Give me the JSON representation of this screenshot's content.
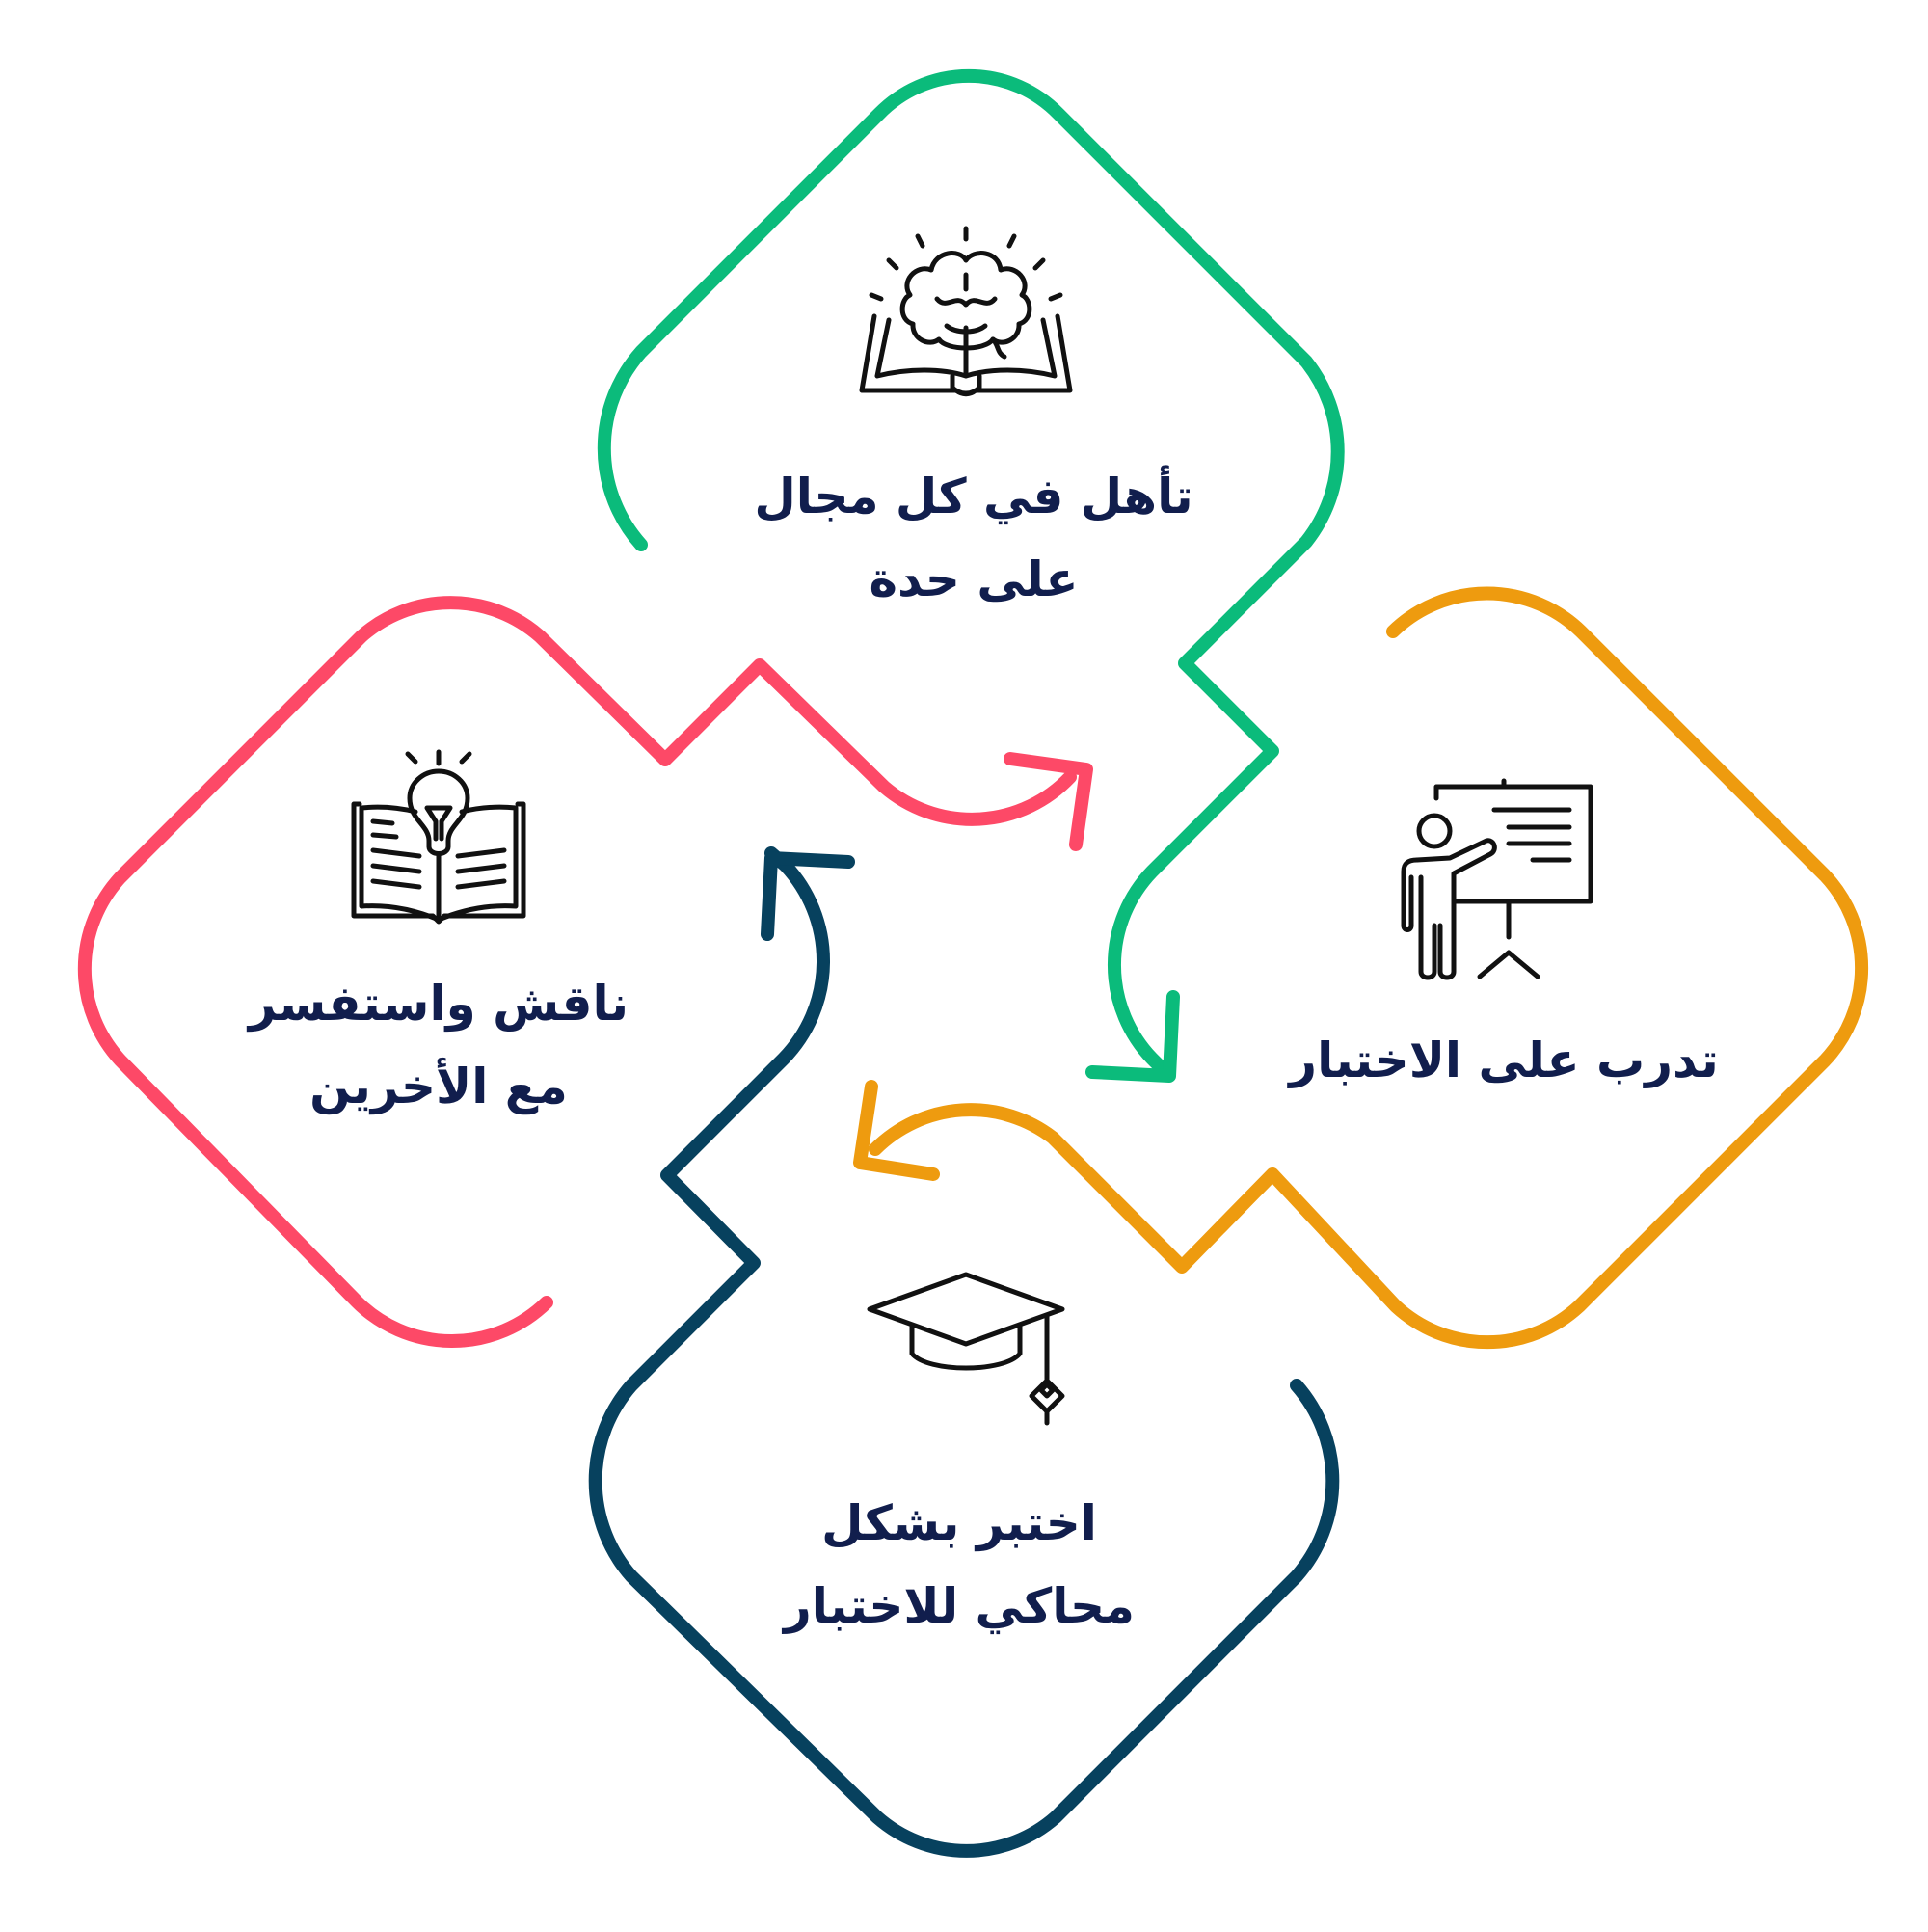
{
  "colors": {
    "green": "#0bbb7b",
    "orange": "#ee9b0f",
    "navy": "#07415e",
    "pink": "#fd4967",
    "text": "#111e4d",
    "icon": "#111111"
  },
  "steps": [
    {
      "id": "qualify",
      "color": "green",
      "icon": "brain-book-icon",
      "lines": [
        "تأهل في كل مجال",
        "على حدة"
      ]
    },
    {
      "id": "practice",
      "color": "orange",
      "icon": "presenter-board-icon",
      "lines": [
        "تدرب على الاختبار"
      ]
    },
    {
      "id": "simulate",
      "color": "navy",
      "icon": "graduation-cap-icon",
      "lines": [
        "اختبر بشكل",
        "محاكي للاختبار"
      ]
    },
    {
      "id": "discuss",
      "color": "pink",
      "icon": "idea-book-icon",
      "lines": [
        "ناقش واستفسر",
        "مع الأخرين"
      ]
    }
  ]
}
